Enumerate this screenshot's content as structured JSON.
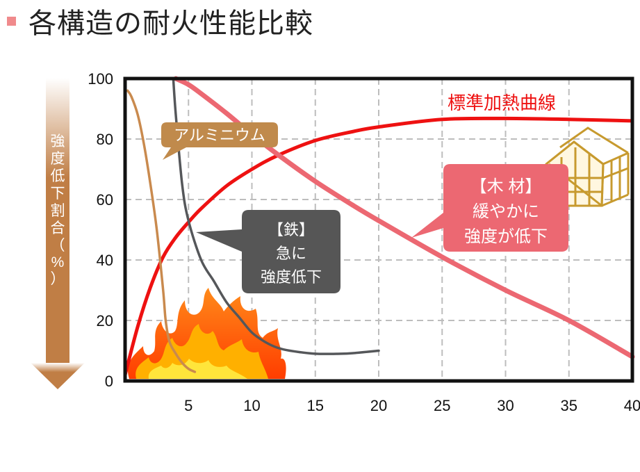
{
  "title": "各構造の耐火性能比較",
  "colors": {
    "bullet": "#f08a8c",
    "std_curve": "#ee1111",
    "wood": "#ec6872",
    "steel": "#55575a",
    "aluminum": "#c98a4e",
    "arrow_top": "#ffffff",
    "arrow_bottom": "#c07e45",
    "steel_callout": "#565656",
    "wood_callout": "#ec6872",
    "aluminum_callout": "#c08a4c",
    "grid": "#bdbdbd"
  },
  "chart_data": {
    "type": "line",
    "xlim": [
      0,
      40
    ],
    "ylim": [
      0,
      100
    ],
    "x_ticks": [
      5,
      10,
      15,
      20,
      25,
      30,
      35,
      40
    ],
    "y_ticks": [
      0,
      20,
      40,
      60,
      80,
      100
    ],
    "ylabel": "強度低下割合（%）",
    "grid": true,
    "series": [
      {
        "name": "標準加熱曲線",
        "color": "#ee1111",
        "x": [
          0,
          1,
          2,
          3,
          4,
          5,
          6,
          8,
          10,
          12,
          15,
          18,
          20,
          25,
          30,
          35,
          40
        ],
        "y": [
          2,
          18,
          31,
          41,
          47.5,
          52.5,
          57,
          64.5,
          70,
          74.5,
          79.5,
          82.5,
          84,
          86.5,
          86.8,
          86.5,
          86
        ]
      },
      {
        "label": "【木 材】",
        "color": "#ec6872",
        "x": [
          4,
          5,
          6,
          8,
          10,
          12,
          15,
          18,
          20,
          25,
          30,
          35,
          40
        ],
        "y": [
          100,
          98,
          95,
          88.5,
          81.5,
          75,
          66,
          58,
          53,
          41,
          30,
          20,
          8
        ]
      },
      {
        "label": "【鉄】",
        "color": "#55575a",
        "x": [
          3.8,
          4,
          4.5,
          5,
          6,
          7,
          8,
          9,
          10,
          11,
          12,
          13,
          15,
          17,
          18,
          20
        ],
        "y": [
          100,
          88,
          65,
          53,
          40,
          33,
          26,
          21,
          16,
          13,
          11,
          10,
          9,
          9,
          9.2,
          10
        ]
      },
      {
        "label": "アルミニウム",
        "color": "#c98a4e",
        "x": [
          0.2,
          0.5,
          1,
          1.5,
          2,
          2.5,
          3,
          3.2,
          3.5,
          4,
          4.5,
          5,
          5.5
        ],
        "y": [
          96,
          94,
          88,
          78,
          65,
          50,
          30,
          20,
          13,
          9,
          6,
          4,
          3
        ]
      }
    ],
    "annotations": {
      "std_curve_label": "標準加熱曲線",
      "aluminum": "アルミニウム",
      "steel_line1": "【鉄】",
      "steel_line2": "急に",
      "steel_line3": "強度低下",
      "wood_line1": "【木 材】",
      "wood_line2": "緩やかに",
      "wood_line3": "強度が低下"
    }
  },
  "icons": {
    "flame": "flame-icon",
    "house_frame": "house-frame-icon",
    "arrow": "down-arrow-icon"
  }
}
